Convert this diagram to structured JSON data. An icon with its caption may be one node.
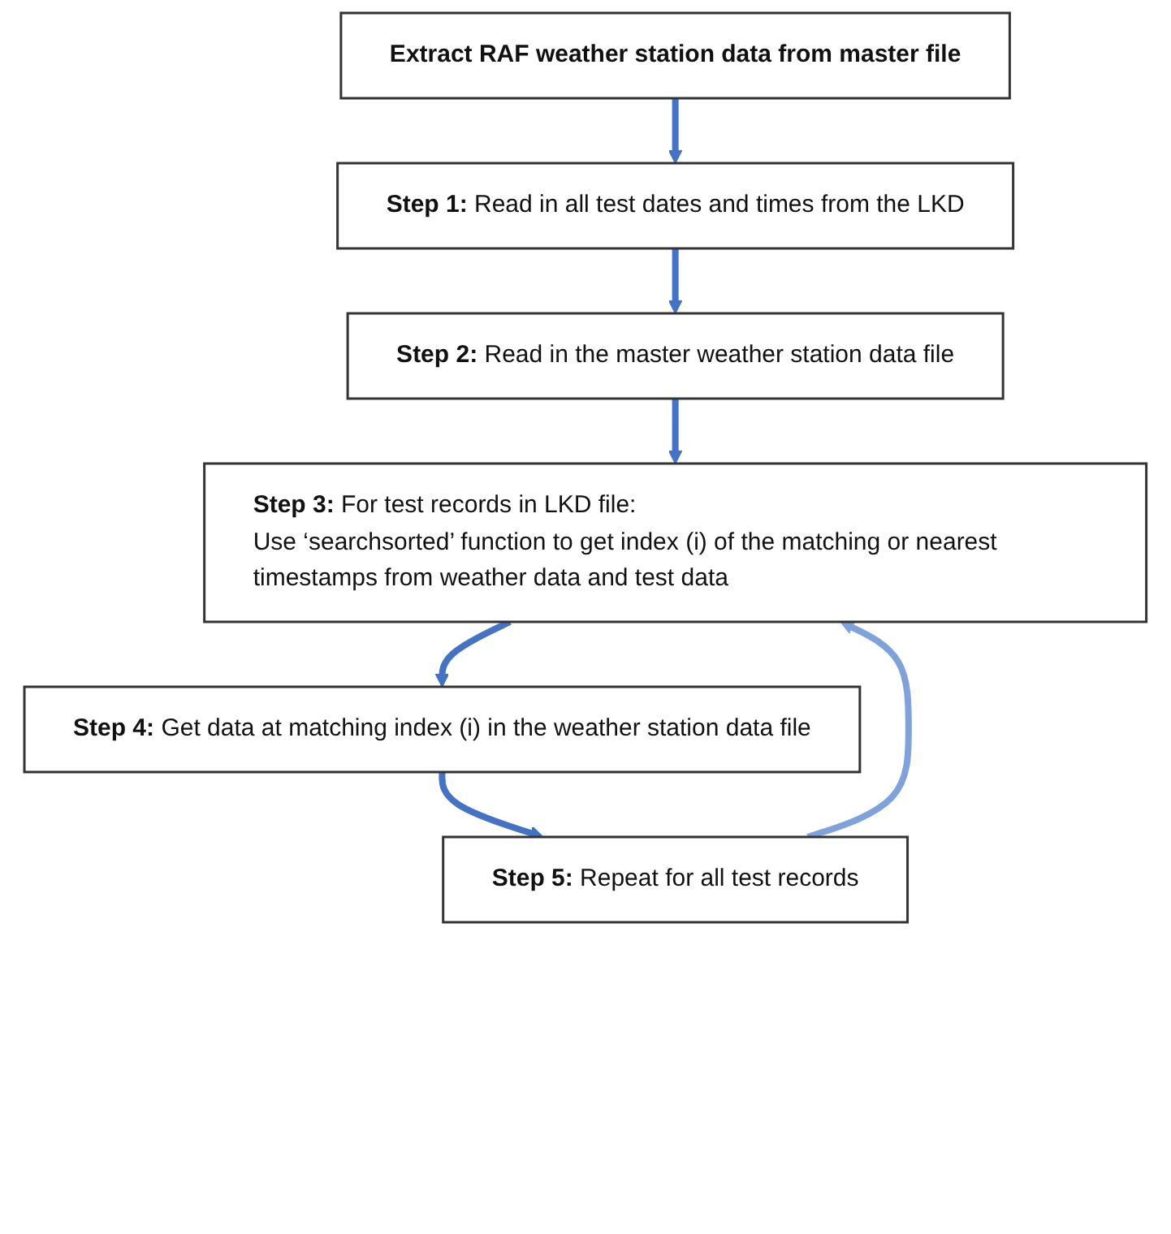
{
  "diagram": {
    "nodes": [
      {
        "text": [
          "Extract RAF weather station data from master file"
        ]
      },
      {
        "text": [
          "**Step 1:** Read in all test dates and times from the LKD"
        ]
      },
      {
        "text": [
          "**Step 2:** Read in the master weather station data file"
        ]
      },
      {
        "text": [
          "**Step 3:** For test records in LKD file:",
          "Use ‘searchsorted’ function to get index (i) of the matching or nearest timestamps from weather data and test data"
        ]
      },
      {
        "text": [
          "**Step 4:** Get data at matching index (i) in the weather station data file"
        ]
      },
      {
        "text": [
          "**Step 5:** Repeat for all test records"
        ]
      }
    ],
    "edges": [
      {
        "from": 0,
        "to": 1,
        "arrow": "to"
      },
      {
        "from": 1,
        "to": 2,
        "arrow": "to"
      },
      {
        "from": 2,
        "to": 3,
        "arrow": "to"
      },
      {
        "from": 3,
        "to": 4,
        "arrow": "to"
      },
      {
        "from": 4,
        "to": 5,
        "arrow": "to"
      },
      {
        "from": 5,
        "to": 3,
        "arrow": "to",
        "color": "#7fa2dc"
      }
    ]
  }
}
